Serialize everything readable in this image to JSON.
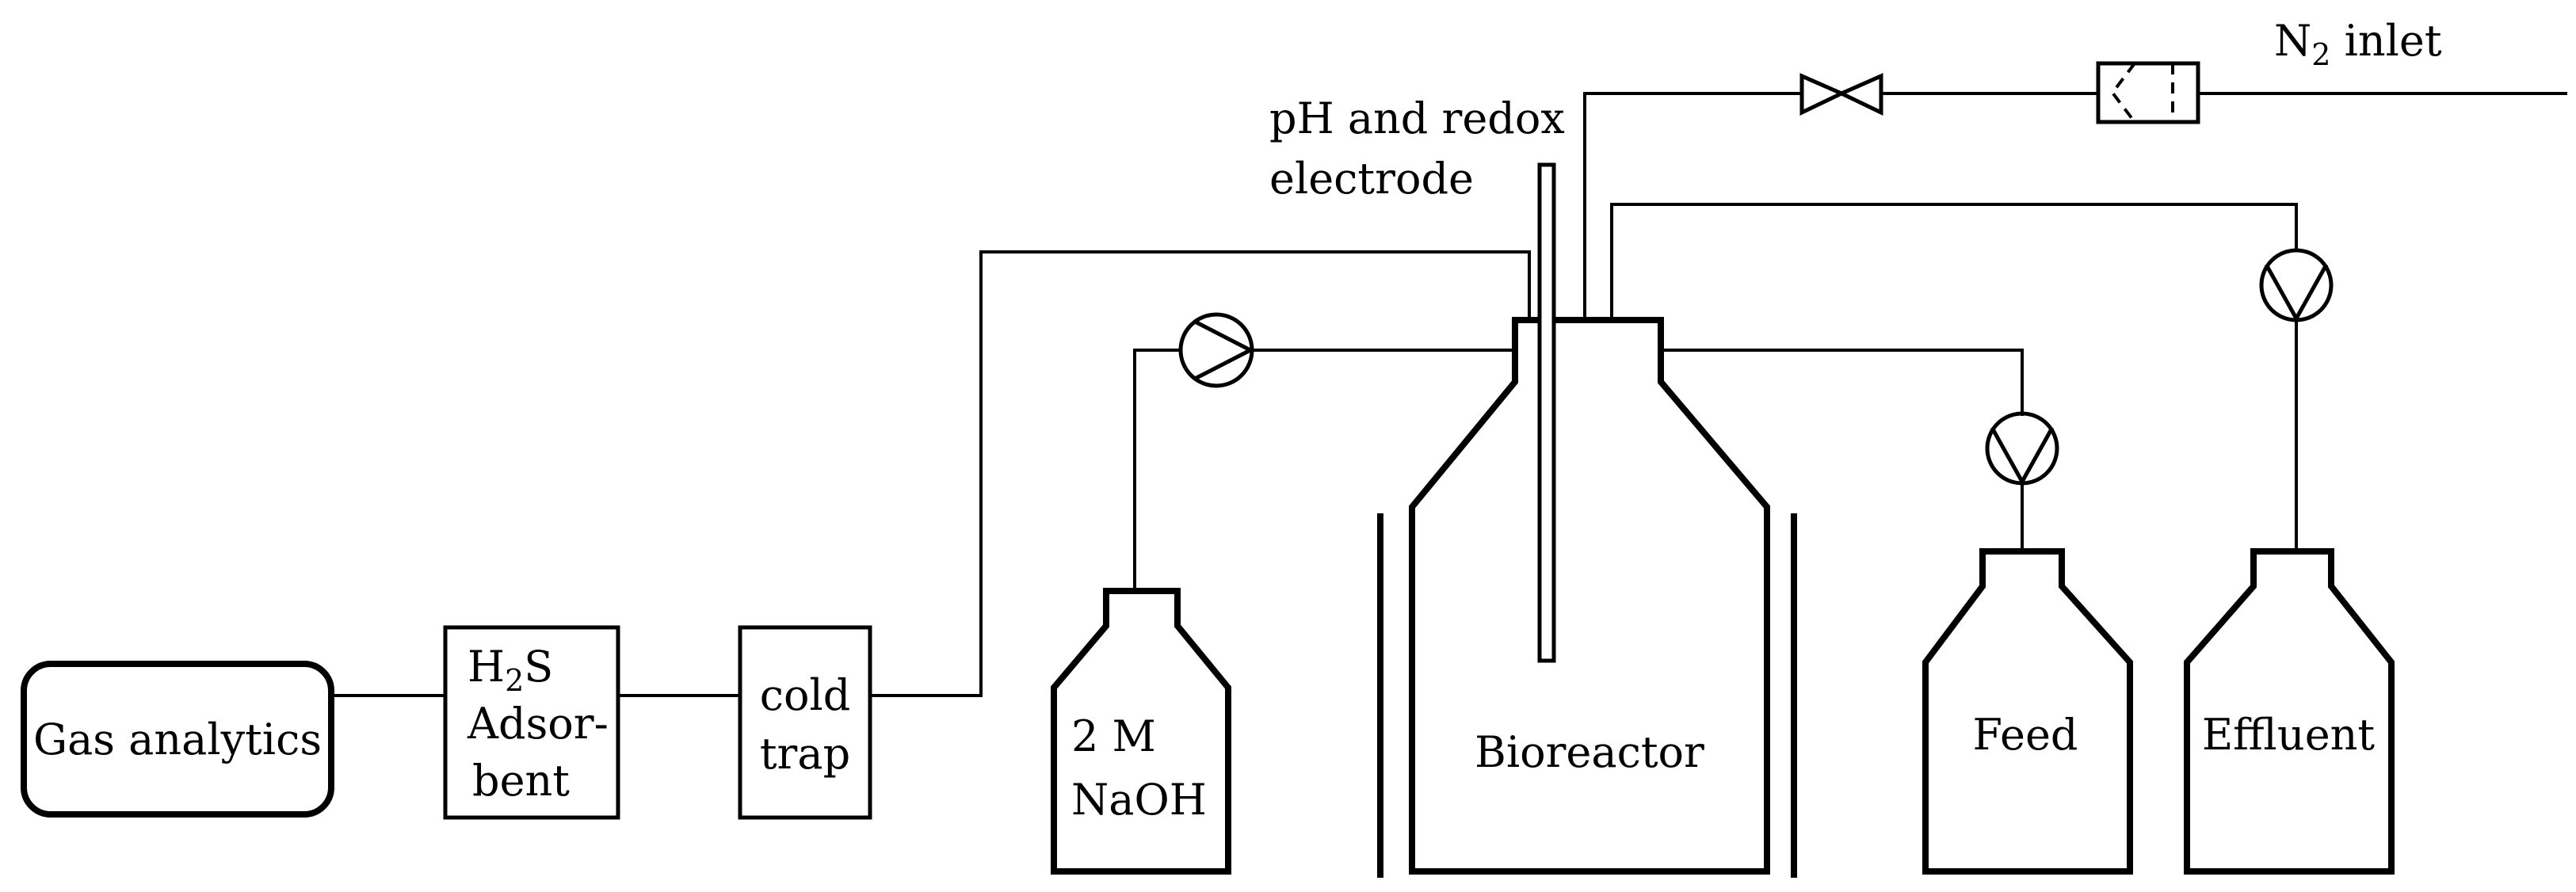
{
  "labels": {
    "gas_analytics": "Gas analytics",
    "h2s_line1_main": "H",
    "h2s_line1_sub": "2",
    "h2s_line1_end": "S",
    "h2s_line2": "Adsor-",
    "h2s_line3": "bent",
    "cold_line1": "cold",
    "cold_line2": "trap",
    "naoh_line1": "2 M",
    "naoh_line2": "NaOH",
    "electrode_line1": "pH and redox",
    "electrode_line2": "electrode",
    "bioreactor": "Bioreactor",
    "feed": "Feed",
    "effluent": "Effluent",
    "n2_main": "N",
    "n2_sub": "2",
    "n2_end": " inlet"
  }
}
